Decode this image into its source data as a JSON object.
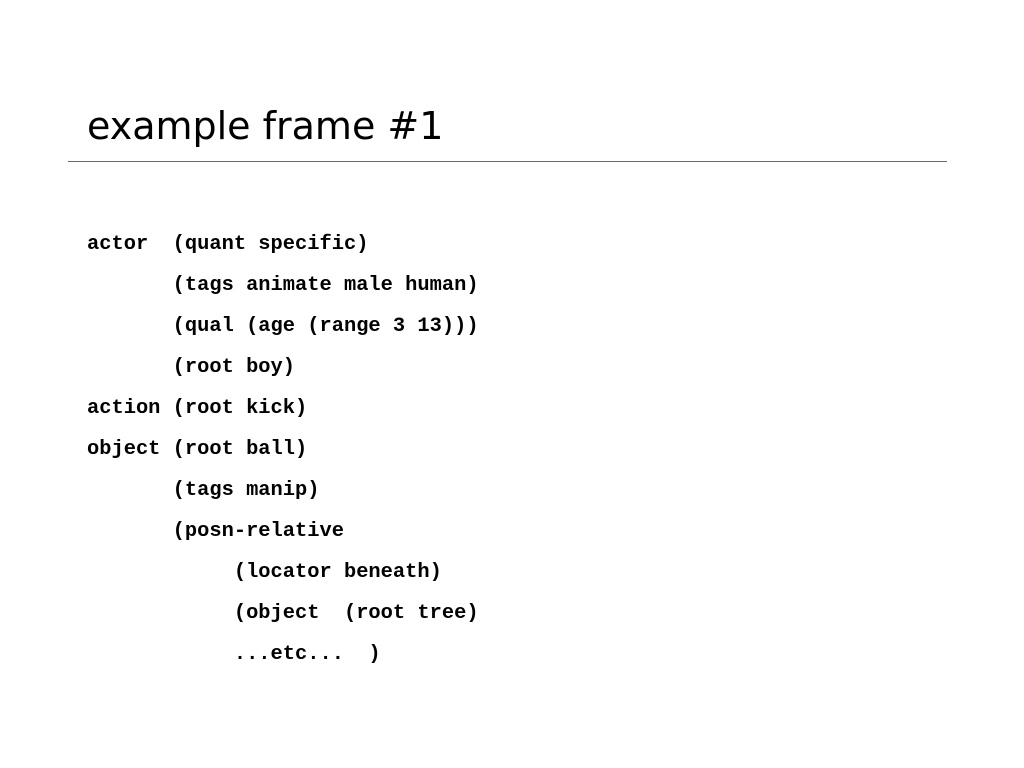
{
  "slide": {
    "title": "example frame #1",
    "code_lines": [
      "actor  (quant specific)",
      "       (tags animate male human)",
      "       (qual (age (range 3 13)))",
      "       (root boy)",
      "action (root kick)",
      "object (root ball)",
      "       (tags manip)",
      "       (posn-relative",
      "            (locator beneath)",
      "            (object  (root tree)",
      "            ...etc...  )"
    ]
  }
}
